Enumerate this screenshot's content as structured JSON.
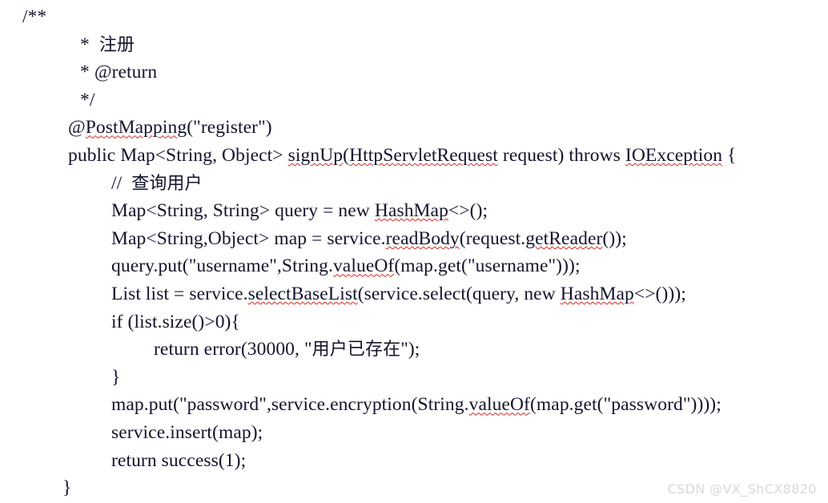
{
  "document": {
    "kind": "java-source-snippet",
    "background_color": "#ffffff",
    "text_color": "#13132c",
    "spellcheck_underline_color": "#d42a22"
  },
  "code": {
    "lines": [
      {
        "indent": "ind-0",
        "text": "/**"
      },
      {
        "indent": "ind-c",
        "text": "*  注册"
      },
      {
        "indent": "ind-c",
        "text": "* @return"
      },
      {
        "indent": "ind-c",
        "text": "*/"
      },
      {
        "indent": "ind-1",
        "text": "@PostMapping(\"register\")"
      },
      {
        "indent": "ind-1",
        "text": "public Map<String, Object> signUp(HttpServletRequest request) throws IOException {"
      },
      {
        "indent": "ind-2",
        "text": "//  查询用户"
      },
      {
        "indent": "ind-2",
        "text": "Map<String, String> query = new HashMap<>();"
      },
      {
        "indent": "ind-2",
        "text": "Map<String,Object> map = service.readBody(request.getReader());"
      },
      {
        "indent": "ind-2",
        "text": "query.put(\"username\",String.valueOf(map.get(\"username\")));"
      },
      {
        "indent": "ind-2",
        "text": "List list = service.selectBaseList(service.select(query, new HashMap<>()));"
      },
      {
        "indent": "ind-2",
        "text": "if (list.size()>0){"
      },
      {
        "indent": "ind-3",
        "text": "return error(30000, \"用户已存在\");"
      },
      {
        "indent": "ind-2",
        "text": "}"
      },
      {
        "indent": "ind-2",
        "text": "map.put(\"password\",service.encryption(String.valueOf(map.get(\"password\"))));"
      },
      {
        "indent": "ind-2",
        "text": "service.insert(map);"
      },
      {
        "indent": "ind-2",
        "text": "return success(1);"
      },
      {
        "indent": "ind-end",
        "text": "}"
      }
    ],
    "misspelled_words": [
      "PostMapping",
      "signUp",
      "HttpServletRequest",
      "IOException",
      "HashMap",
      "readBody",
      "getReader",
      "valueOf",
      "selectBaseList"
    ]
  },
  "watermark": {
    "text": "CSDN @VX_ShCX8820"
  }
}
